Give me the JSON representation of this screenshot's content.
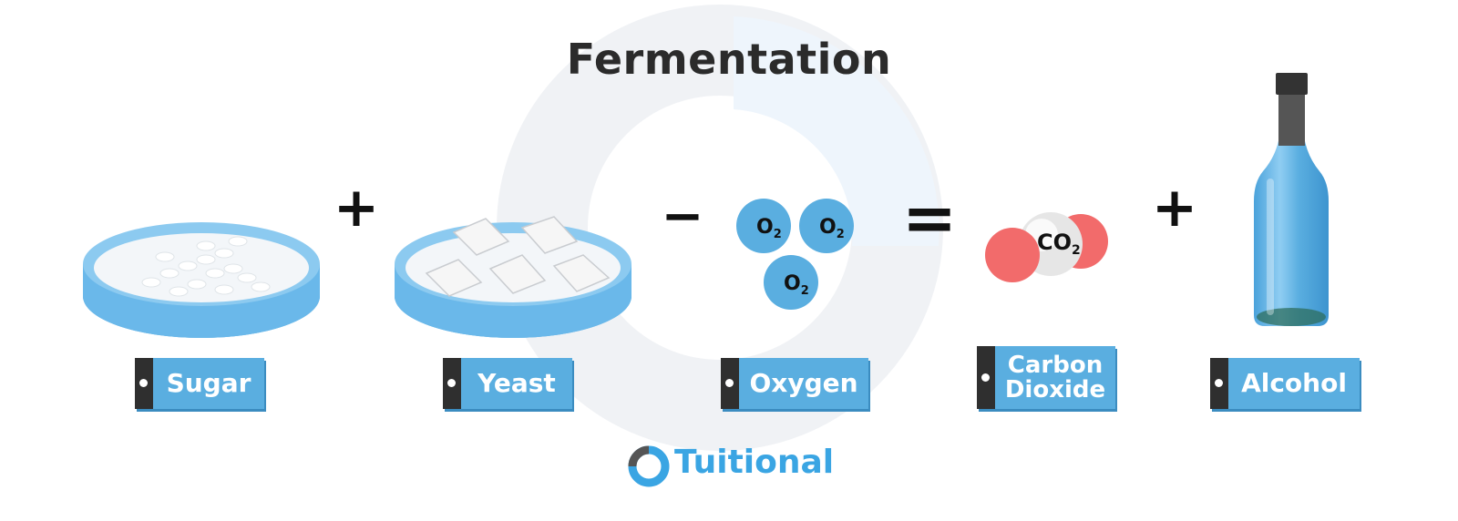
{
  "title": "Fermentation",
  "operators": {
    "plus_1": "+",
    "minus": "−",
    "equals": "=",
    "plus_2": "+"
  },
  "items": {
    "sugar": {
      "label": "Sugar"
    },
    "yeast": {
      "label": "Yeast"
    },
    "oxygen": {
      "label": "Oxygen",
      "molecule_base": "O",
      "molecule_sub": "2"
    },
    "carbon_dioxide": {
      "label": "Carbon\nDioxide",
      "molecule_base": "CO",
      "molecule_sub": "2"
    },
    "alcohol": {
      "label": "Alcohol"
    }
  },
  "brand": {
    "name": "Tuitional"
  },
  "colors": {
    "label_bg": "#5aaee0",
    "label_tab": "#2f2f2f",
    "oxygen_atom": "#5aaee0",
    "oxygen_red": "#f26b6b",
    "brand": "#3aa5e3",
    "dish": "#6ab8ea"
  },
  "icons": [
    "sugar-dish-icon",
    "yeast-dish-icon",
    "oxygen-molecule-icon",
    "carbon-dioxide-molecule-icon",
    "wine-bottle-icon",
    "tuitional-logo-icon"
  ]
}
